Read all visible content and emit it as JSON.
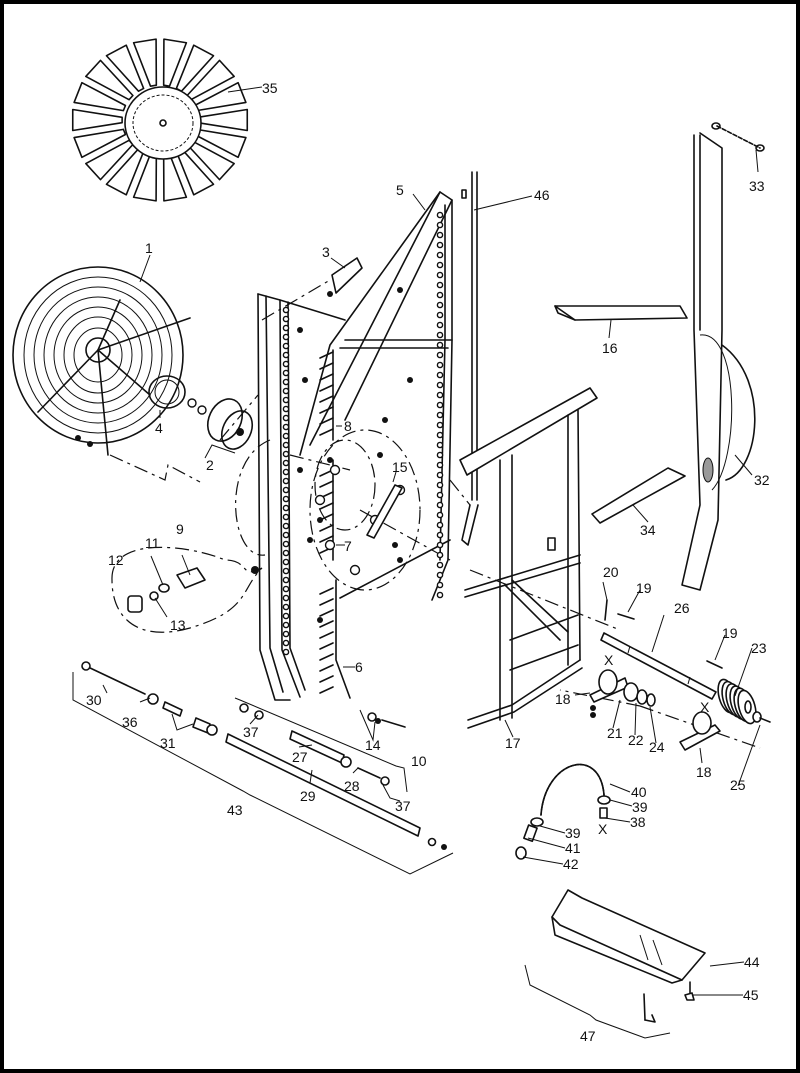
{
  "diagram": {
    "type": "exploded parts diagram",
    "style": "black line art on white",
    "border_color": "#000000",
    "line_color": "#111111",
    "background": "#ffffff"
  },
  "parts": [
    {
      "id": "1",
      "label": "1",
      "depicts": "fan guard (spiral wire grille)"
    },
    {
      "id": "2",
      "label": "2",
      "depicts": "hub / pulley assembly"
    },
    {
      "id": "3",
      "label": "3",
      "depicts": "small bracket plate"
    },
    {
      "id": "4",
      "label": "4",
      "depicts": "hub cap ring"
    },
    {
      "id": "5",
      "label": "5",
      "depicts": "diagonal frame brace"
    },
    {
      "id": "6",
      "label": "6",
      "depicts": "lower slat rack"
    },
    {
      "id": "7",
      "label": "7",
      "depicts": "middle slat rack"
    },
    {
      "id": "8",
      "label": "8",
      "depicts": "upper slat rack"
    },
    {
      "id": "9",
      "label": "9",
      "depicts": "elbow fitting"
    },
    {
      "id": "10",
      "label": "10",
      "depicts": "tensioner assembly"
    },
    {
      "id": "11",
      "label": "11",
      "depicts": "washer"
    },
    {
      "id": "12",
      "label": "12",
      "depicts": "nut"
    },
    {
      "id": "13",
      "label": "13",
      "depicts": "washer"
    },
    {
      "id": "14",
      "label": "14",
      "depicts": "clamp hardware"
    },
    {
      "id": "15",
      "label": "15",
      "depicts": "support strap"
    },
    {
      "id": "16",
      "label": "16",
      "depicts": "shelf bracket"
    },
    {
      "id": "17",
      "label": "17",
      "depicts": "support stand frame"
    },
    {
      "id": "18a",
      "label": "18",
      "depicts": "pillow block bearing"
    },
    {
      "id": "18b",
      "label": "18",
      "depicts": "pillow block bearing"
    },
    {
      "id": "19a",
      "label": "19",
      "depicts": "key"
    },
    {
      "id": "19b",
      "label": "19",
      "depicts": "key"
    },
    {
      "id": "20",
      "label": "20",
      "depicts": "pin"
    },
    {
      "id": "21",
      "label": "21",
      "depicts": "bearing collar"
    },
    {
      "id": "22",
      "label": "22",
      "depicts": "spacer"
    },
    {
      "id": "23",
      "label": "23",
      "depicts": "multi-groove pulley"
    },
    {
      "id": "24",
      "label": "24",
      "depicts": "snap ring"
    },
    {
      "id": "25",
      "label": "25",
      "depicts": "bolt and washer"
    },
    {
      "id": "26",
      "label": "26",
      "depicts": "drive shaft"
    },
    {
      "id": "27",
      "label": "27",
      "depicts": "tensioner arm"
    },
    {
      "id": "28",
      "label": "28",
      "depicts": "threaded rod"
    },
    {
      "id": "29",
      "label": "29",
      "depicts": "long tube"
    },
    {
      "id": "30",
      "label": "30",
      "depicts": "long bolt"
    },
    {
      "id": "31",
      "label": "31",
      "depicts": "bushings"
    },
    {
      "id": "32",
      "label": "32",
      "depicts": "belt guard"
    },
    {
      "id": "33",
      "label": "33",
      "depicts": "latch chain"
    },
    {
      "id": "34",
      "label": "34",
      "depicts": "flat cover plate"
    },
    {
      "id": "35",
      "label": "35",
      "depicts": "fan blade"
    },
    {
      "id": "36",
      "label": "36",
      "depicts": "washer"
    },
    {
      "id": "37a",
      "label": "37",
      "depicts": "washer"
    },
    {
      "id": "37b",
      "label": "37",
      "depicts": "washer"
    },
    {
      "id": "38",
      "label": "38",
      "depicts": "grease fitting"
    },
    {
      "id": "39a",
      "label": "39",
      "depicts": "hose clamp"
    },
    {
      "id": "39b",
      "label": "39",
      "depicts": "hose clamp"
    },
    {
      "id": "40",
      "label": "40",
      "depicts": "flexible grease hose"
    },
    {
      "id": "41",
      "label": "41",
      "depicts": "adapter"
    },
    {
      "id": "42",
      "label": "42",
      "depicts": "grease nipple"
    },
    {
      "id": "43",
      "label": "43",
      "depicts": "shaft assembly"
    },
    {
      "id": "44",
      "label": "44",
      "depicts": "bottom tray"
    },
    {
      "id": "45",
      "label": "45",
      "depicts": "tray clip"
    },
    {
      "id": "46",
      "label": "46",
      "depicts": "vertical rod"
    },
    {
      "id": "47",
      "label": "47",
      "depicts": "tray assembly"
    }
  ],
  "markers": {
    "cross": "X"
  }
}
